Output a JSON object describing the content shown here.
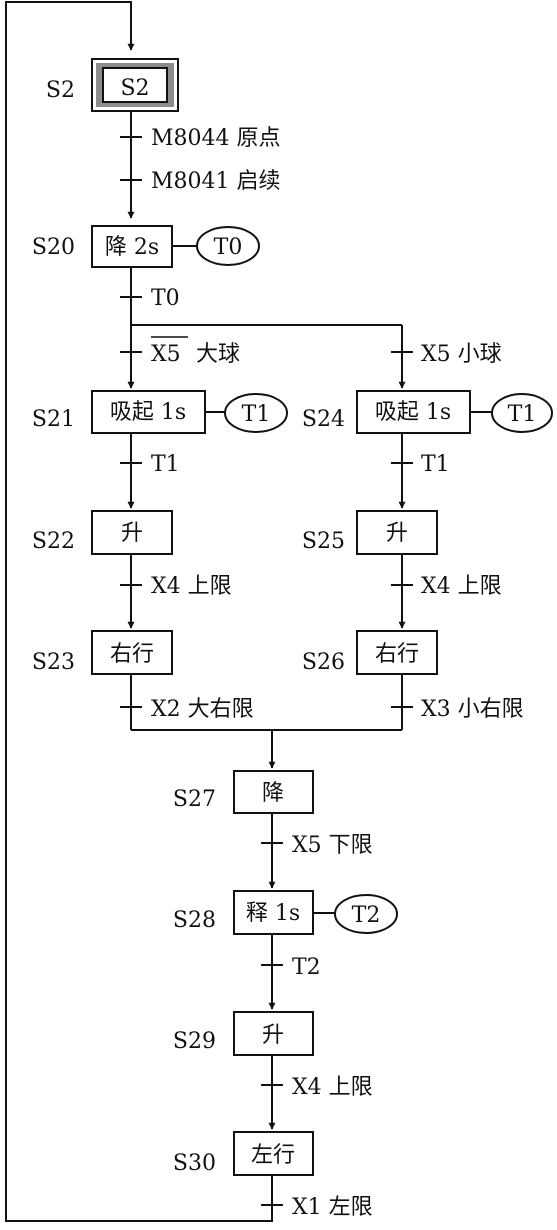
{
  "steps": {
    "s2": {
      "label": "S2",
      "action": "S2"
    },
    "s20": {
      "label": "S20",
      "action": "降 2s",
      "timer": "T0"
    },
    "s21": {
      "label": "S21",
      "action": "吸起 1s",
      "timer": "T1"
    },
    "s24": {
      "label": "S24",
      "action": "吸起 1s",
      "timer": "T1"
    },
    "s22": {
      "label": "S22",
      "action": "升"
    },
    "s25": {
      "label": "S25",
      "action": "升"
    },
    "s23": {
      "label": "S23",
      "action": "右行"
    },
    "s26": {
      "label": "S26",
      "action": "右行"
    },
    "s27": {
      "label": "S27",
      "action": "降"
    },
    "s28": {
      "label": "S28",
      "action": "释 1s",
      "timer": "T2"
    },
    "s29": {
      "label": "S29",
      "action": "升"
    },
    "s30": {
      "label": "S30",
      "action": "左行"
    }
  },
  "transitions": {
    "t1": "M8044 原点",
    "t2": "M8041 启续",
    "t3": "T0",
    "t4_signal": "X5",
    "t4_text": "大球",
    "t5": "X5 小球",
    "t6": "T1",
    "t7": "T1",
    "t8": "X4 上限",
    "t9": "X4 上限",
    "t10": "X2 大右限",
    "t11": "X3 小右限",
    "t12": "X5 下限",
    "t13": "T2",
    "t14": "X4 上限",
    "t15": "X1 左限"
  }
}
